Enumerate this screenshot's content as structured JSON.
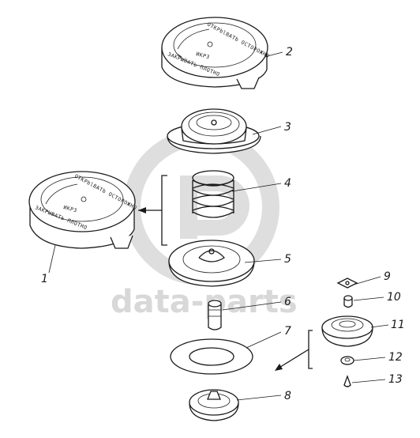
{
  "watermark": {
    "text": "data-parts",
    "color": "#d8d8d8"
  },
  "cap_markings": {
    "open_text": "OTKPblBATb OCTOPOЖHO",
    "close_text": "ЗАКРЫВАТЬ ПЛОТНО",
    "brand_text": "ИКРЗ"
  },
  "callouts": [
    {
      "id": "1",
      "label": "1"
    },
    {
      "id": "2",
      "label": "2"
    },
    {
      "id": "3",
      "label": "3"
    },
    {
      "id": "4",
      "label": "4"
    },
    {
      "id": "5",
      "label": "5"
    },
    {
      "id": "6",
      "label": "6"
    },
    {
      "id": "7",
      "label": "7"
    },
    {
      "id": "8",
      "label": "8"
    },
    {
      "id": "9",
      "label": "9"
    },
    {
      "id": "10",
      "label": "10"
    },
    {
      "id": "11",
      "label": "11"
    },
    {
      "id": "12",
      "label": "12"
    },
    {
      "id": "13",
      "label": "13"
    }
  ]
}
